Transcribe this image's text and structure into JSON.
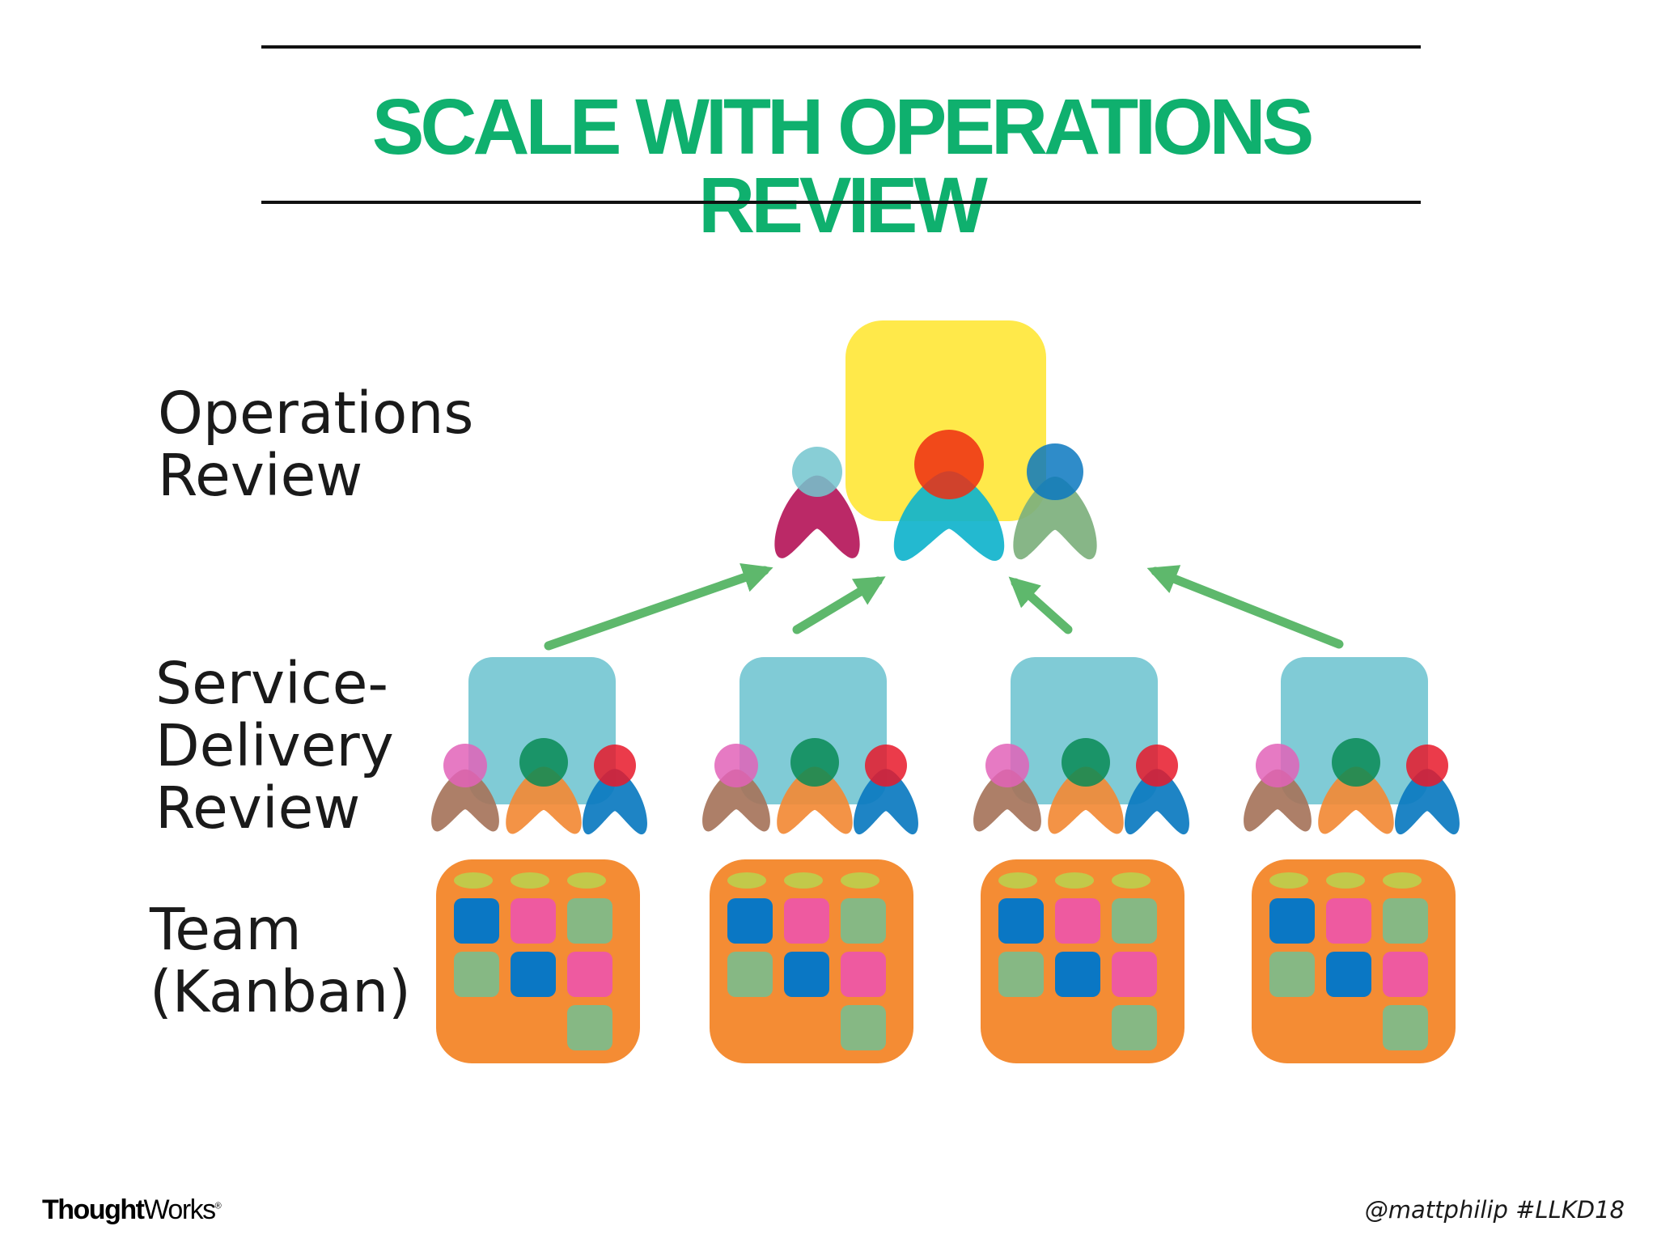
{
  "title": "SCALE WITH OPERATIONS REVIEW",
  "levels": {
    "operations": "Operations\nReview",
    "service_delivery": "Service-\nDelivery\nReview",
    "team": "Team\n(Kanban)"
  },
  "footer": {
    "logo_bold": "Thought",
    "logo_regular": "Works",
    "logo_mark": "®",
    "handle": "@mattphilip #LLKD18"
  },
  "colors": {
    "title": "#0fb06e",
    "rule": "#111111",
    "operations_board": "#ffe94a",
    "service_board": "#80cbd6",
    "team_board": "#f48c34",
    "arrow": "#5eb86c",
    "card_blue": "#0a77c4",
    "card_pink": "#ee5aa0",
    "card_green": "#86b884",
    "card_header": "#c2c94a"
  },
  "icons": {
    "operations": "operations-review-group-icon",
    "service_delivery": "service-delivery-review-group-icon",
    "team": "kanban-board-icon",
    "flow": "arrow-up-icon"
  },
  "counts": {
    "service_delivery_groups": 4,
    "teams": 4
  }
}
